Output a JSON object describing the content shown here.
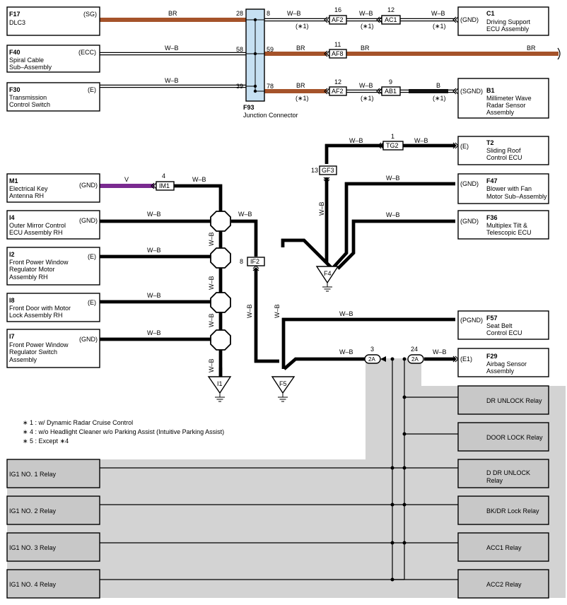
{
  "colors": {
    "BR": "#a5532a",
    "V": "#7a2a90",
    "B": "#111111",
    "WB": "#000000",
    "junction_fill": "#c6e0f2",
    "gray": "#d3d3d3"
  },
  "components": {
    "f17": {
      "code": "F17",
      "name": [
        "DLC3"
      ],
      "pin": "(SG)"
    },
    "f40": {
      "code": "F40",
      "name": [
        "Spiral Cable",
        "Sub–Assembly"
      ],
      "pin": "(ECC)"
    },
    "f30": {
      "code": "F30",
      "name": [
        "Transmission",
        "Control Switch"
      ],
      "pin": "(E)"
    },
    "c1": {
      "code": "C1",
      "name": [
        "Driving Support",
        "ECU Assembly"
      ],
      "pin": "(GND)"
    },
    "b1": {
      "code": "B1",
      "name": [
        "Millimeter Wave",
        "Radar Sensor",
        "Assembly"
      ],
      "pin": "(SGND)"
    },
    "m1": {
      "code": "M1",
      "name": [
        "Electrical Key",
        "Antenna RH"
      ],
      "pin": "(GND)"
    },
    "i4": {
      "code": "I4",
      "name": [
        "Outer Mirror Control",
        "ECU Assembly RH"
      ],
      "pin": "(GND)"
    },
    "i2": {
      "code": "I2",
      "name": [
        "Front Power Window",
        "Regulator Motor",
        "Assembly RH"
      ],
      "pin": "(E)"
    },
    "i8": {
      "code": "I8",
      "name": [
        "Front Door with Motor",
        "Lock Assembly RH"
      ],
      "pin": "(E)"
    },
    "i7": {
      "code": "I7",
      "name": [
        "Front Power Window",
        "Regulator Switch",
        "Assembly"
      ],
      "pin": "(GND)"
    },
    "t2": {
      "code": "T2",
      "name": [
        "Sliding Roof",
        "Control ECU"
      ],
      "pin": "(E)"
    },
    "f47": {
      "code": "F47",
      "name": [
        "Blower with Fan",
        "Motor Sub–Assembly"
      ],
      "pin": "(GND)"
    },
    "f36": {
      "code": "F36",
      "name": [
        "Multiplex Tilt &",
        "Telescopic ECU"
      ],
      "pin": "(GND)"
    },
    "f57": {
      "code": "F57",
      "name": [
        "Seat Belt",
        "Control ECU"
      ],
      "pin": "(PGND)"
    },
    "f29": {
      "code": "F29",
      "name": [
        "Airbag Sensor",
        "Assembly"
      ],
      "pin": "(E1)"
    }
  },
  "junction": {
    "code": "F93",
    "name": "Junction Connector"
  },
  "pins": {
    "p28": "28",
    "p58": "58",
    "p39": "39",
    "p8": "8",
    "p59": "59",
    "p78": "78",
    "p16": "16",
    "p12a": "12",
    "p11": "11",
    "p12b": "12",
    "p9": "9",
    "p4": "4",
    "p1": "1",
    "p13": "13",
    "p8b": "8",
    "p3": "3",
    "p24": "24"
  },
  "connectors": {
    "af2a": "AF2",
    "ac1": "AC1",
    "af8": "AF8",
    "af2b": "AF2",
    "ab1": "AB1",
    "im1": "IM1",
    "tg2": "TG2",
    "gf3": "GF3",
    "if2": "IF2",
    "c2a_l": "2A",
    "c2a_r": "2A"
  },
  "wire_colors": {
    "br": "BR",
    "wb": "W–B",
    "b": "B",
    "v": "V"
  },
  "notes": {
    "star1": "(∗1)"
  },
  "grounds": {
    "f4": "F4",
    "i1": "I1",
    "f5": "F5"
  },
  "footnotes": [
    "∗ 1 : w/ Dynamic Radar Cruise Control",
    "∗ 4 : w/o Headlight Cleaner w/o Parking Assist (Intuitive Parking Assist)",
    "∗ 5 : Except ∗4"
  ],
  "relays_left": [
    "IG1 NO. 1 Relay",
    "IG1 NO. 2 Relay",
    "IG1 NO. 3 Relay",
    "IG1 NO. 4 Relay"
  ],
  "relays_right": [
    [
      "DR UNLOCK Relay"
    ],
    [
      "DOOR LOCK Relay"
    ],
    [
      "D DR UNLOCK",
      "Relay"
    ],
    [
      "BK/DR Lock Relay"
    ],
    [
      "ACC1 Relay"
    ],
    [
      "ACC2 Relay"
    ]
  ]
}
